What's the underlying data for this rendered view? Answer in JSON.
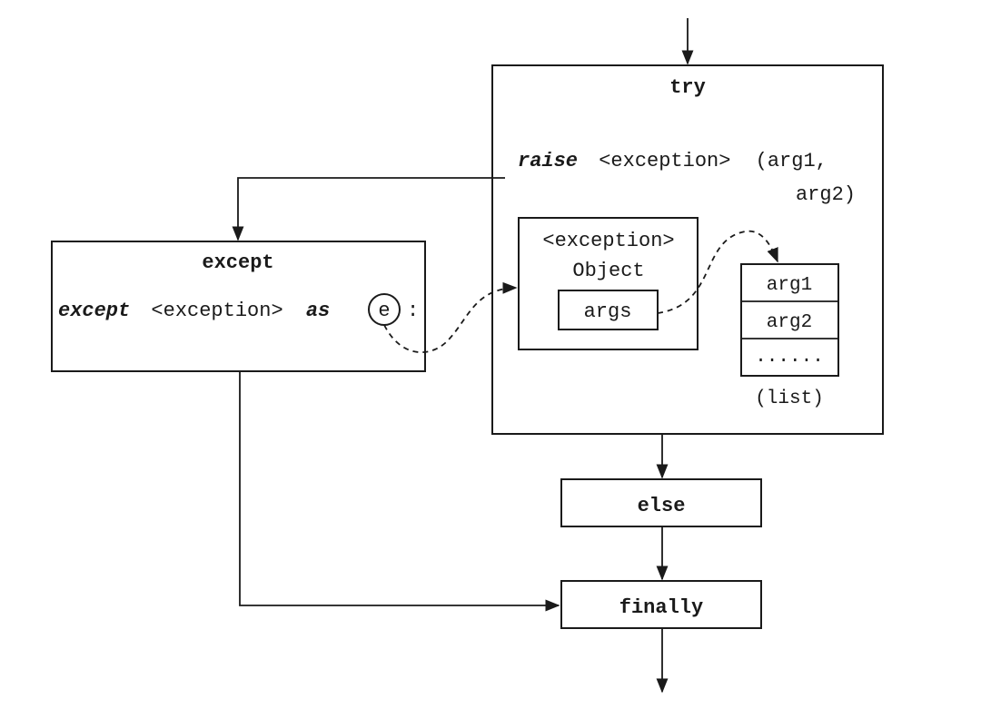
{
  "try_block": {
    "title": "try",
    "raise_keyword": "raise",
    "raise_exception": "<exception>",
    "raise_args_line1": "(arg1,",
    "raise_args_line2": "arg2)"
  },
  "exception_object": {
    "line1": "<exception>",
    "line2": "Object",
    "args_label": "args"
  },
  "args_list": {
    "items": [
      "arg1",
      "arg2",
      "......"
    ],
    "caption": "(list)"
  },
  "except_block": {
    "title": "except",
    "keyword": "except",
    "exception": "<exception>",
    "as_keyword": "as",
    "variable": "e",
    "colon": ":"
  },
  "else_block": {
    "title": "else"
  },
  "finally_block": {
    "title": "finally"
  }
}
